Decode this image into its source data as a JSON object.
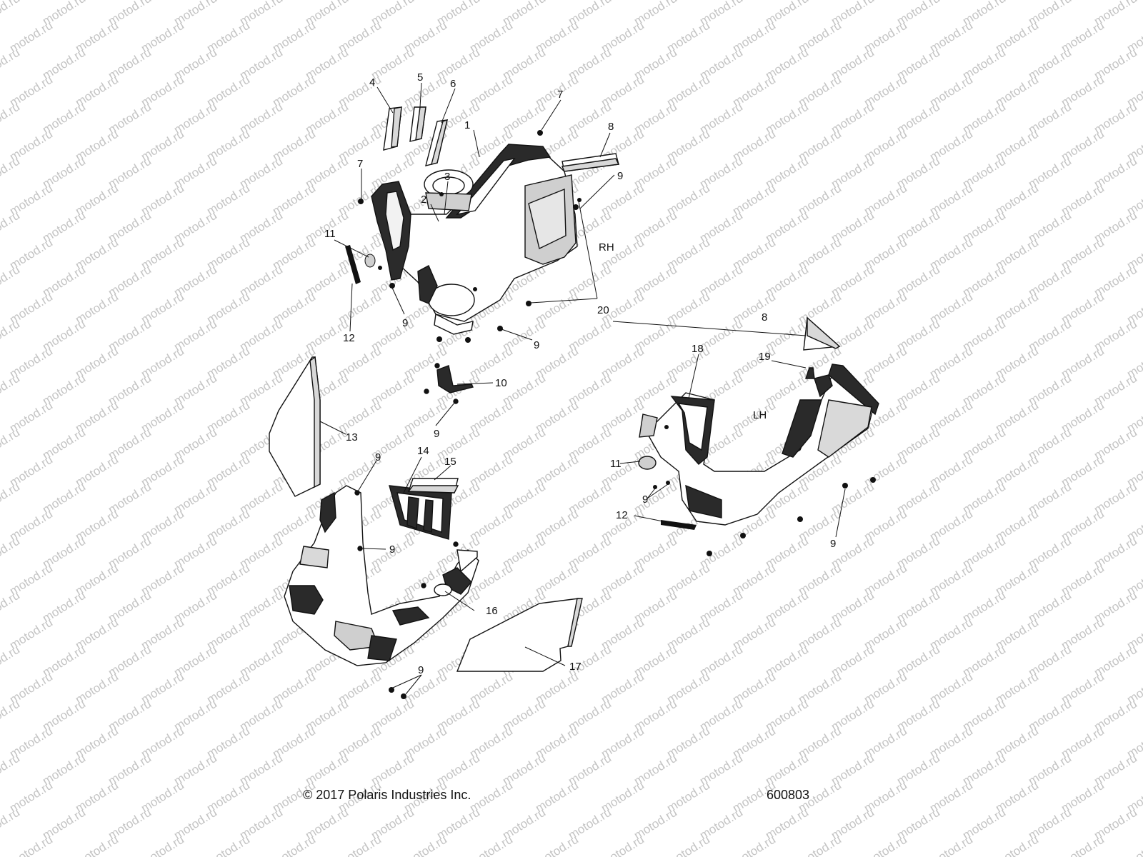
{
  "watermark": "motod.ru",
  "footer": {
    "copyright": "© 2017 Polaris Industries Inc.",
    "diagram_number": "600803"
  },
  "side_labels": {
    "right": "RH",
    "left": "LH"
  },
  "callouts": [
    {
      "id": "c1",
      "text": "1"
    },
    {
      "id": "c2",
      "text": "2"
    },
    {
      "id": "c3",
      "text": "3"
    },
    {
      "id": "c4",
      "text": "4"
    },
    {
      "id": "c5",
      "text": "5"
    },
    {
      "id": "c6",
      "text": "6"
    },
    {
      "id": "c7a",
      "text": "7"
    },
    {
      "id": "c7b",
      "text": "7"
    },
    {
      "id": "c8a",
      "text": "8"
    },
    {
      "id": "c8b",
      "text": "8"
    },
    {
      "id": "c9a",
      "text": "9"
    },
    {
      "id": "c9b",
      "text": "9"
    },
    {
      "id": "c9c",
      "text": "9"
    },
    {
      "id": "c9d",
      "text": "9"
    },
    {
      "id": "c9e",
      "text": "9"
    },
    {
      "id": "c9f",
      "text": "9"
    },
    {
      "id": "c9g",
      "text": "9"
    },
    {
      "id": "c9h",
      "text": "9"
    },
    {
      "id": "c9i",
      "text": "9"
    },
    {
      "id": "c10",
      "text": "10"
    },
    {
      "id": "c11a",
      "text": "11"
    },
    {
      "id": "c11b",
      "text": "11"
    },
    {
      "id": "c12a",
      "text": "12"
    },
    {
      "id": "c12b",
      "text": "12"
    },
    {
      "id": "c13",
      "text": "13"
    },
    {
      "id": "c14",
      "text": "14"
    },
    {
      "id": "c15",
      "text": "15"
    },
    {
      "id": "c16",
      "text": "16"
    },
    {
      "id": "c17",
      "text": "17"
    },
    {
      "id": "c18",
      "text": "18"
    },
    {
      "id": "c19",
      "text": "19"
    },
    {
      "id": "c20",
      "text": "20"
    }
  ]
}
